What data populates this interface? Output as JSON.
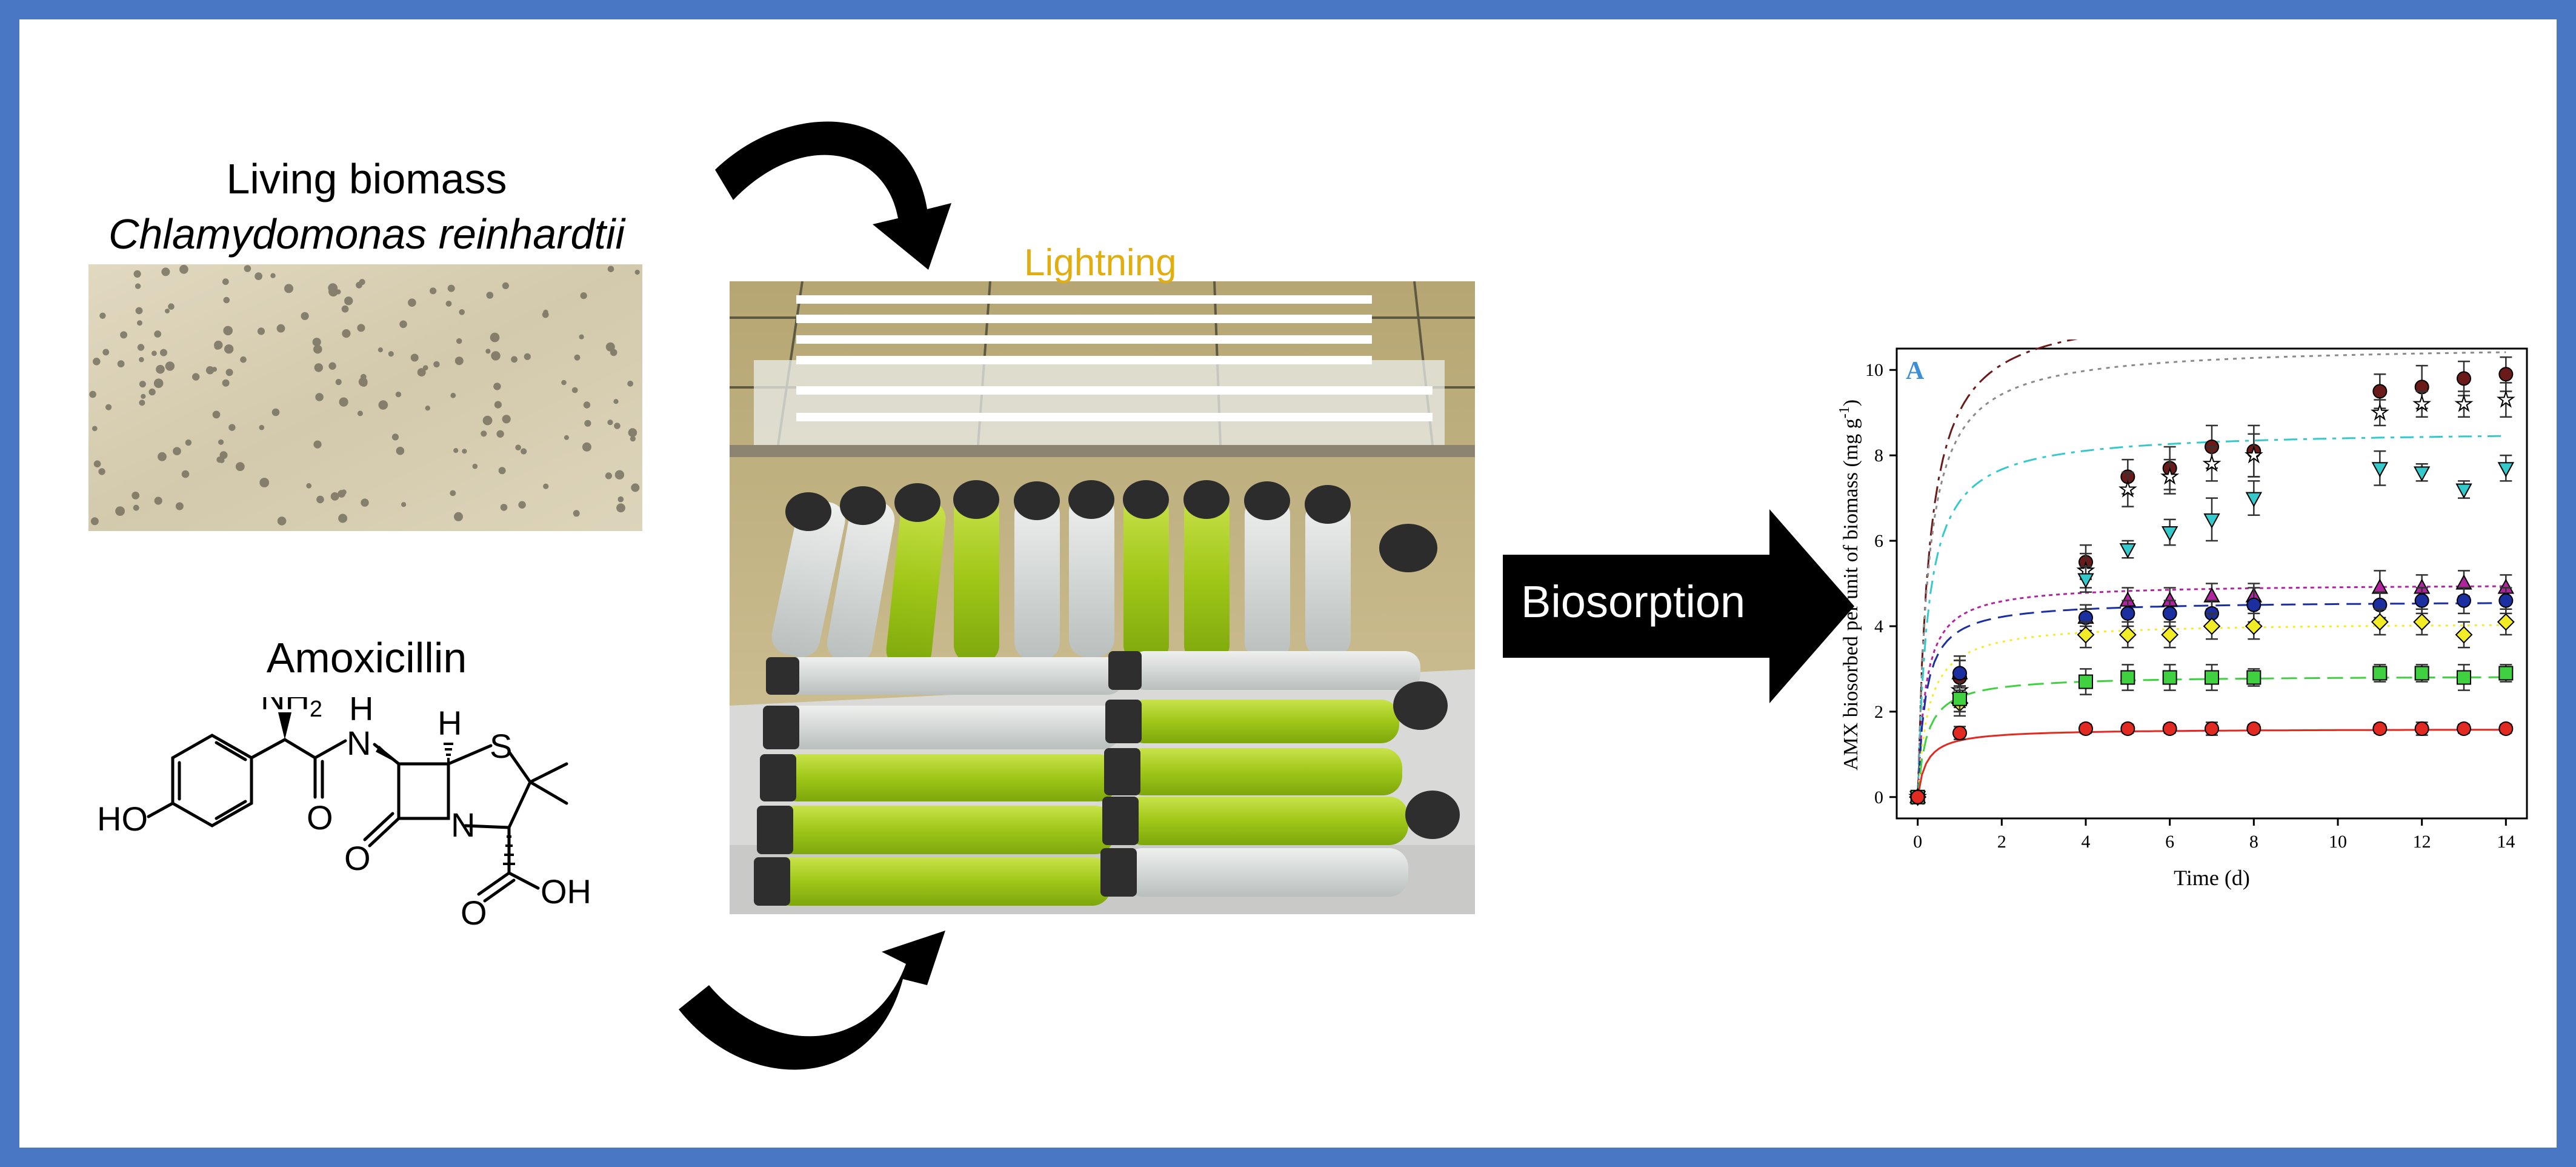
{
  "living_biomass": {
    "title": "Living biomass",
    "species": "Chlamydomonas reinhardtii"
  },
  "amoxicillin": {
    "title": "Amoxicillin",
    "atoms": {
      "nh2": "NH",
      "nh2_sub": "2",
      "nh": "H",
      "n_amide": "N",
      "h": "H",
      "s": "S",
      "ho": "HO",
      "o1": "O",
      "o2": "O",
      "n_ring": "N",
      "o3": "O",
      "oh": "OH"
    }
  },
  "photo": {
    "lightning_label": "Lightning"
  },
  "process": {
    "biosorption_label": "Biosorption"
  },
  "colors": {
    "frame": "#4a77c4",
    "lightning": "#e2ad0f",
    "panel_letter": "#3b8fd6"
  },
  "chart_data": {
    "type": "scatter",
    "panel_letter": "A",
    "xlabel": "Time (d)",
    "ylabel": "AMX biosorbed per unit of biomass (mg g",
    "ylabel_sup": "-1",
    "ylabel_close": ")",
    "xlim": [
      -0.5,
      14.5
    ],
    "ylim": [
      -0.5,
      10.5
    ],
    "xticks": [
      0,
      2,
      4,
      6,
      8,
      10,
      12,
      14
    ],
    "yticks": [
      0,
      2,
      4,
      6,
      8,
      10
    ],
    "legend": "none",
    "series": [
      {
        "marker": "circle",
        "color": "#6b1a1a",
        "x": [
          0,
          1,
          4,
          5,
          6,
          7,
          8,
          11,
          12,
          13,
          14
        ],
        "y": [
          0,
          2.8,
          5.5,
          7.5,
          7.7,
          8.2,
          8.1,
          9.5,
          9.6,
          9.8,
          9.9
        ],
        "err": [
          0,
          0.5,
          0.4,
          0.4,
          0.5,
          0.5,
          0.6,
          0.4,
          0.5,
          0.4,
          0.4
        ],
        "fit_ymax": 11.5,
        "fit_k": 0.32
      },
      {
        "marker": "star",
        "color": "#8a8a8a",
        "x": [
          0,
          1,
          4,
          5,
          6,
          7,
          8,
          11,
          12,
          13,
          14
        ],
        "y": [
          0,
          2.5,
          5.3,
          7.2,
          7.5,
          7.8,
          8.0,
          9.0,
          9.2,
          9.2,
          9.3
        ],
        "err": [
          0,
          0.4,
          0.4,
          0.4,
          0.4,
          0.4,
          0.5,
          0.3,
          0.3,
          0.3,
          0.4
        ],
        "fit_ymax": 10.6,
        "fit_k": 0.38
      },
      {
        "marker": "triangle-down",
        "color": "#35c9cc",
        "x": [
          0,
          1,
          4,
          5,
          6,
          7,
          8,
          11,
          12,
          13,
          14
        ],
        "y": [
          0,
          2.3,
          5.1,
          5.8,
          6.2,
          6.5,
          7.0,
          7.7,
          7.6,
          7.2,
          7.7
        ],
        "err": [
          0,
          0.3,
          0.3,
          0.2,
          0.3,
          0.5,
          0.4,
          0.4,
          0.2,
          0.2,
          0.3
        ],
        "fit_ymax": 8.6,
        "fit_k": 0.48
      },
      {
        "marker": "triangle-up",
        "color": "#b0259f",
        "x": [
          0,
          1,
          4,
          5,
          6,
          7,
          8,
          11,
          12,
          13,
          14
        ],
        "y": [
          0,
          2.9,
          4.2,
          4.6,
          4.6,
          4.7,
          4.7,
          4.9,
          4.9,
          5.0,
          4.9
        ],
        "err": [
          0,
          0.3,
          0.3,
          0.3,
          0.3,
          0.3,
          0.3,
          0.4,
          0.3,
          0.3,
          0.3
        ],
        "fit_ymax": 5.0,
        "fit_k": 1.1
      },
      {
        "marker": "circle",
        "color": "#1b2fa0",
        "x": [
          0,
          1,
          4,
          5,
          6,
          7,
          8,
          11,
          12,
          13,
          14
        ],
        "y": [
          0,
          2.9,
          4.2,
          4.3,
          4.3,
          4.3,
          4.5,
          4.5,
          4.6,
          4.6,
          4.6
        ],
        "err": [
          0,
          0.3,
          0.2,
          0.3,
          0.3,
          0.3,
          0.4,
          0.3,
          0.3,
          0.3,
          0.3
        ],
        "fit_ymax": 4.6,
        "fit_k": 1.2
      },
      {
        "marker": "diamond",
        "color": "#f2ec26",
        "x": [
          0,
          1,
          4,
          5,
          6,
          7,
          8,
          11,
          12,
          13,
          14
        ],
        "y": [
          0,
          2.2,
          3.8,
          3.8,
          3.8,
          4.0,
          4.0,
          4.1,
          4.1,
          3.8,
          4.1
        ],
        "err": [
          0,
          0.3,
          0.3,
          0.3,
          0.3,
          0.3,
          0.3,
          0.3,
          0.3,
          0.3,
          0.3
        ],
        "fit_ymax": 4.1,
        "fit_k": 0.95
      },
      {
        "marker": "square",
        "color": "#3fd13f",
        "x": [
          0,
          1,
          4,
          5,
          6,
          7,
          8,
          11,
          12,
          13,
          14
        ],
        "y": [
          0,
          2.3,
          2.7,
          2.8,
          2.8,
          2.8,
          2.8,
          2.9,
          2.9,
          2.8,
          2.9
        ],
        "err": [
          0,
          0.3,
          0.3,
          0.3,
          0.3,
          0.3,
          0.2,
          0.2,
          0.2,
          0.3,
          0.2
        ],
        "fit_ymax": 2.85,
        "fit_k": 1.6
      },
      {
        "marker": "circle",
        "color": "#e02a22",
        "x": [
          0,
          1,
          4,
          5,
          6,
          7,
          8,
          11,
          12,
          13,
          14
        ],
        "y": [
          0,
          1.5,
          1.6,
          1.6,
          1.6,
          1.6,
          1.6,
          1.6,
          1.6,
          1.6,
          1.6
        ],
        "err": [
          0,
          0.15,
          0.1,
          0.1,
          0.1,
          0.15,
          0.1,
          0.1,
          0.15,
          0.1,
          0.1
        ],
        "fit_ymax": 1.6,
        "fit_k": 3.0
      }
    ]
  }
}
